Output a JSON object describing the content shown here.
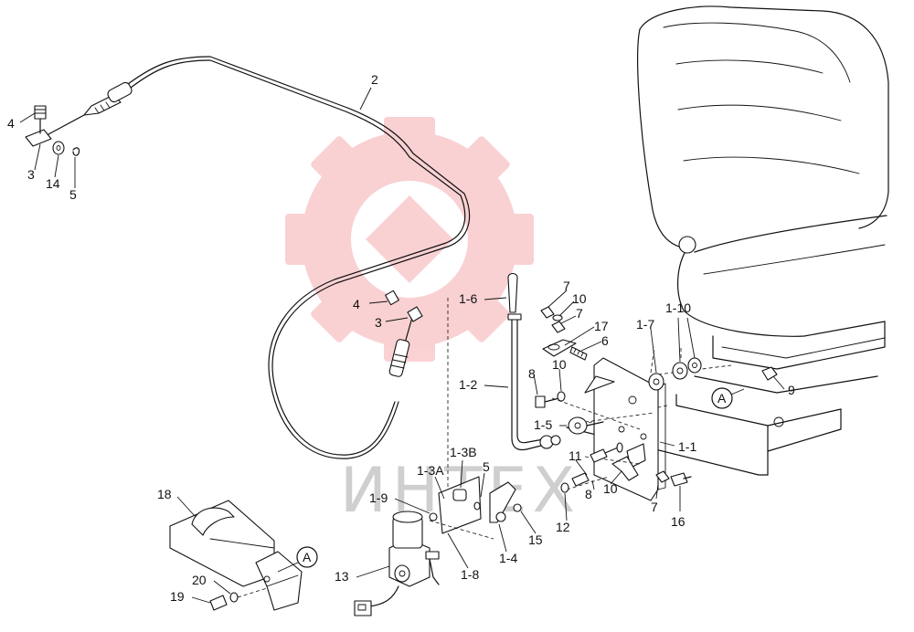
{
  "diagram": {
    "watermark_text": "ИНТЕХ",
    "brand_color": "#e8333a",
    "labels": {
      "l4_top": "4",
      "l3_top": "3",
      "l14": "14",
      "l5_top": "5",
      "l2": "2",
      "l4_mid": "4",
      "l3_mid": "3",
      "l1_6": "1-6",
      "l1_2": "1-2",
      "l7_a": "7",
      "l10_a": "10",
      "l7_b": "7",
      "l17": "17",
      "l6": "6",
      "l8_a": "8",
      "l10_b": "10",
      "l1_5": "1-5",
      "l1_7": "1-7",
      "l1_10": "1-10",
      "l9": "9",
      "lA_right": "A",
      "l1_1": "1-1",
      "l1_3B": "1-3B",
      "l1_3A": "1-3A",
      "l5_mid": "5",
      "l11": "11",
      "l8_b": "8",
      "l10_c": "10",
      "l7_c": "7",
      "l16": "16",
      "l1_9": "1-9",
      "l12": "12",
      "l15": "15",
      "l1_4": "1-4",
      "l1_8": "1-8",
      "l18": "18",
      "lA_left": "A",
      "l13": "13",
      "l20": "20",
      "l19": "19"
    }
  }
}
